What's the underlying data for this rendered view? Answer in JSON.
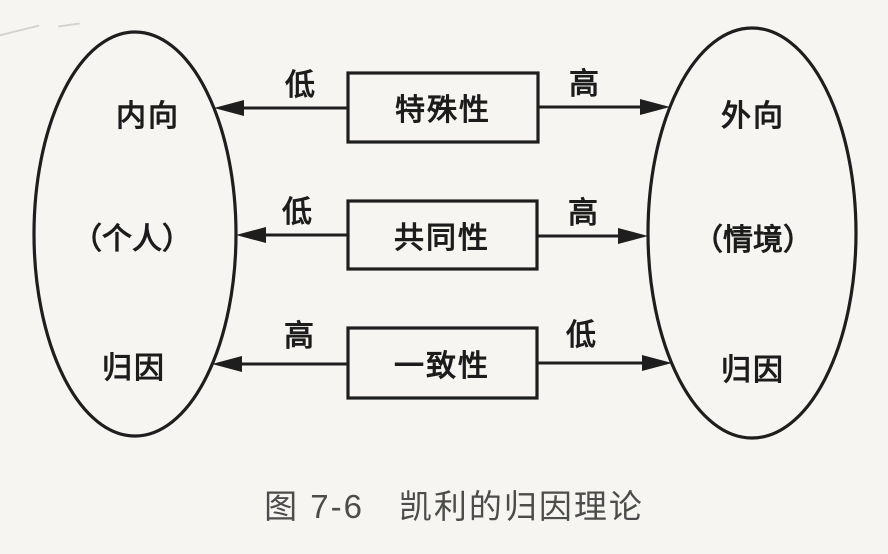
{
  "figure": {
    "caption": "图 7-6　凯利的归因理论"
  },
  "left_ellipse": {
    "line1": "内向",
    "line2": "（个人）",
    "line3": "归因"
  },
  "right_ellipse": {
    "line1": "外向",
    "line2": "（情境）",
    "line3": "归因"
  },
  "rows": [
    {
      "box": "特殊性",
      "left_label": "低",
      "right_label": "高"
    },
    {
      "box": "共同性",
      "left_label": "低",
      "right_label": "高"
    },
    {
      "box": "一致性",
      "left_label": "高",
      "right_label": "低"
    }
  ],
  "colors": {
    "ink": "#1e1e1e",
    "caption_text": "#4c4c4c",
    "background": "#f6f5f2"
  }
}
